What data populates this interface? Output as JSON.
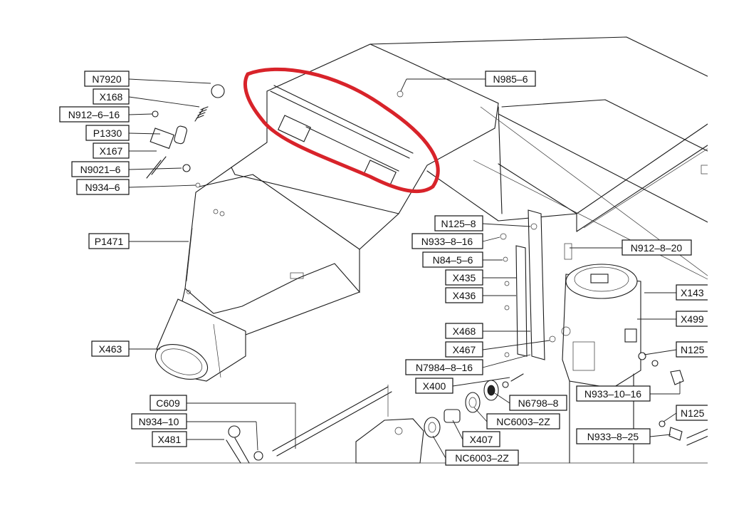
{
  "diagram": {
    "labels": [
      {
        "id": "N7920",
        "text": "N7920"
      },
      {
        "id": "X168",
        "text": "X168"
      },
      {
        "id": "N912-6-16",
        "text": "N912–6–16"
      },
      {
        "id": "P1330",
        "text": "P1330"
      },
      {
        "id": "X167",
        "text": "X167"
      },
      {
        "id": "N9021-6",
        "text": "N9021–6"
      },
      {
        "id": "N934-6",
        "text": "N934–6"
      },
      {
        "id": "P1471",
        "text": "P1471"
      },
      {
        "id": "X463",
        "text": "X463"
      },
      {
        "id": "C609",
        "text": "C609"
      },
      {
        "id": "N934-10",
        "text": "N934–10"
      },
      {
        "id": "X481",
        "text": "X481"
      },
      {
        "id": "N985-6",
        "text": "N985–6"
      },
      {
        "id": "N125-8",
        "text": "N125–8"
      },
      {
        "id": "N933-8-16",
        "text": "N933–8–16"
      },
      {
        "id": "N84-5-6",
        "text": "N84–5–6"
      },
      {
        "id": "X435",
        "text": "X435"
      },
      {
        "id": "X436",
        "text": "X436"
      },
      {
        "id": "X468",
        "text": "X468"
      },
      {
        "id": "X467",
        "text": "X467"
      },
      {
        "id": "N7984-8-16",
        "text": "N7984–8–16"
      },
      {
        "id": "X400",
        "text": "X400"
      },
      {
        "id": "N6798-8",
        "text": "N6798–8"
      },
      {
        "id": "NC6003-2Z-a",
        "text": "NC6003–2Z"
      },
      {
        "id": "X407",
        "text": "X407"
      },
      {
        "id": "NC6003-2Z-b",
        "text": "NC6003–2Z"
      },
      {
        "id": "N912-8-20",
        "text": "N912–8–20"
      },
      {
        "id": "X143",
        "text": "X143"
      },
      {
        "id": "X499",
        "text": "X499"
      },
      {
        "id": "N125",
        "text": "N125"
      },
      {
        "id": "N933-10-16",
        "text": "N933–10–16"
      },
      {
        "id": "N125-b",
        "text": "N125"
      },
      {
        "id": "N933-8-25",
        "text": "N933–8–25"
      }
    ],
    "highlight_color": "#d8232a",
    "line_color": "#1a1a1a"
  }
}
